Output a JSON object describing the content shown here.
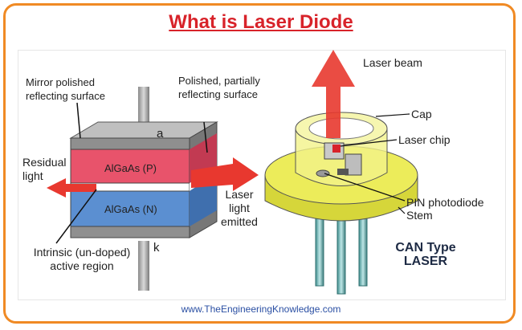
{
  "title": "What is Laser Diode",
  "footer": "www.TheEngineeringKnowledge.com",
  "left_diagram": {
    "mirror_polished": [
      "Mirror polished",
      "reflecting surface"
    ],
    "polished_partial": [
      "Polished, partially",
      "reflecting surface"
    ],
    "residual_light": [
      "Residual",
      "light"
    ],
    "p_layer": "AlGaAs (P)",
    "n_layer": "AlGaAs (N)",
    "laser_emitted": [
      "Laser",
      "light",
      "emitted"
    ],
    "intrinsic": [
      "Intrinsic (un-doped)",
      "active region"
    ],
    "terminal_a": "a",
    "terminal_k": "k"
  },
  "right_diagram": {
    "laser_beam": "Laser beam",
    "cap": "Cap",
    "laser_chip": "Laser chip",
    "pin_photodiode": "PIN photodiode",
    "stem": "Stem",
    "can_type": [
      "CAN Type",
      "LASER"
    ]
  },
  "colors": {
    "title": "#d8232a",
    "frame": "#f08a24",
    "p_layer": "#e8536b",
    "n_layer": "#5b8fd1",
    "arrow": "#e8382f",
    "can": "#e6e64a"
  }
}
